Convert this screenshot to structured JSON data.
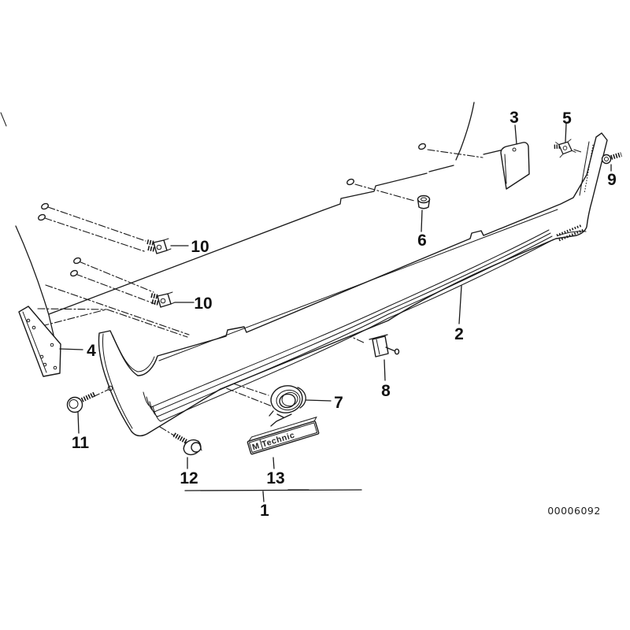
{
  "diagram": {
    "background_color": "#ffffff",
    "line_color": "#1a1a1a",
    "part_code": "00006092",
    "badge_text": "M Technic",
    "callouts": {
      "c1": "1",
      "c2": "2",
      "c3": "3",
      "c4": "4",
      "c5": "5",
      "c6": "6",
      "c7": "7",
      "c8": "8",
      "c9": "9",
      "c10_upper": "10",
      "c10_lower": "10",
      "c11": "11",
      "c12": "12",
      "c13": "13"
    }
  }
}
